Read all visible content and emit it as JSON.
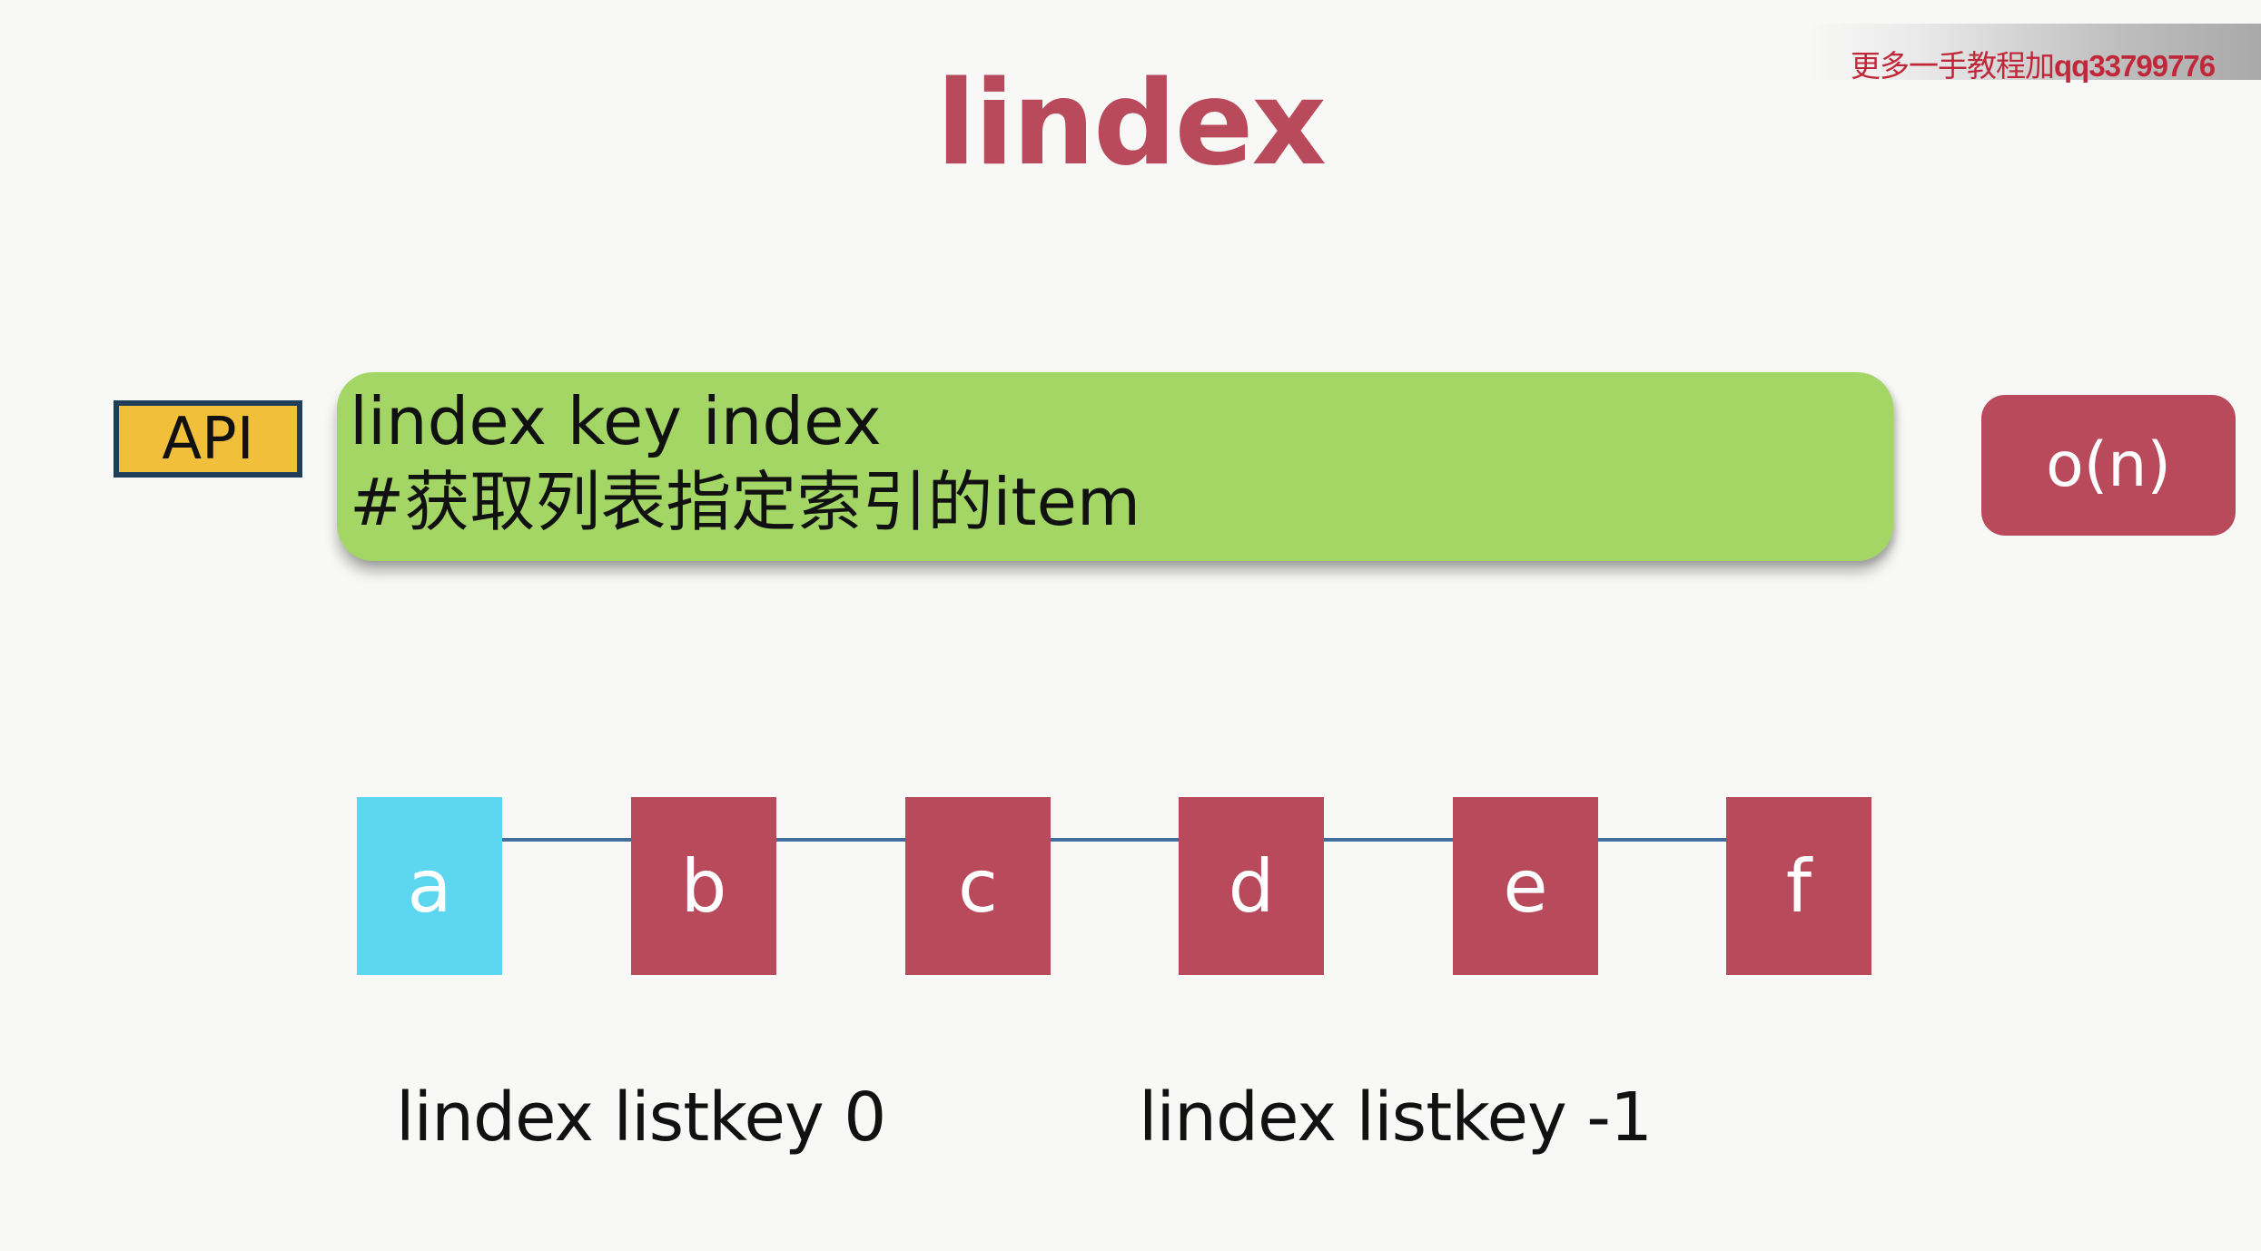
{
  "watermark": {
    "text_cn": "更多一手教程加",
    "text_qq": "qq33799776"
  },
  "title": "lindex",
  "api_badge": "API",
  "command": {
    "syntax": "lindex key index",
    "comment": "#获取列表指定索引的item"
  },
  "complexity": "o(n)",
  "list": {
    "nodes": [
      {
        "label": "a",
        "color": "#5dd6ef",
        "highlighted": true
      },
      {
        "label": "b",
        "color": "#b84a5c",
        "highlighted": false
      },
      {
        "label": "c",
        "color": "#b84a5c",
        "highlighted": false
      },
      {
        "label": "d",
        "color": "#b84a5c",
        "highlighted": false
      },
      {
        "label": "e",
        "color": "#b84a5c",
        "highlighted": false
      },
      {
        "label": "f",
        "color": "#b84a5c",
        "highlighted": false
      }
    ],
    "connector_color": "#3f6f9a"
  },
  "examples": [
    "lindex listkey 0",
    "lindex listkey -1"
  ],
  "colors": {
    "title": "#b84a5c",
    "banner": "#a3d665",
    "api_badge_fill": "#f1bf3a",
    "api_badge_border": "#1f3e5a",
    "complexity_fill": "#b84a5c",
    "highlight_node": "#5dd6ef",
    "node": "#b84a5c"
  }
}
